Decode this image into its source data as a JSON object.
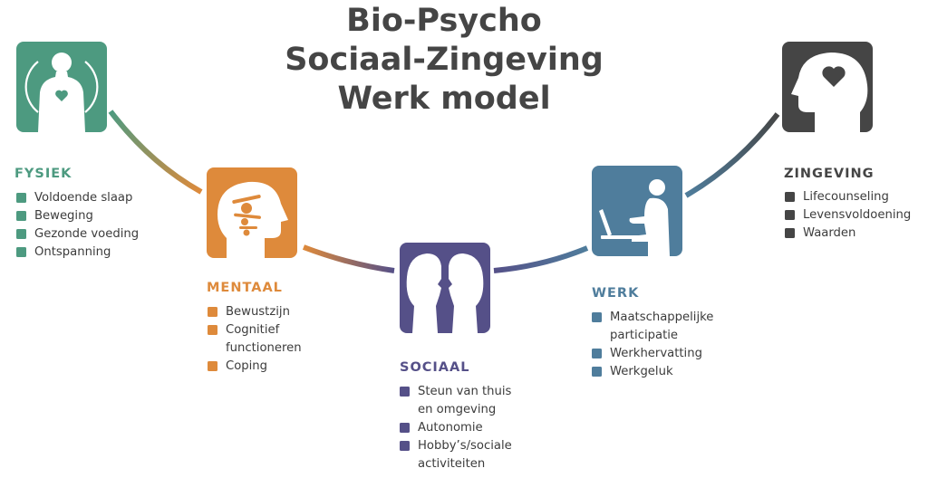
{
  "title": [
    "Bio-Psycho",
    "Sociaal-Zingeving",
    "Werk model"
  ],
  "colors": {
    "title": "#454545",
    "fysiek": "#4d9a80",
    "mentaal": "#de8a3b",
    "sociaal": "#555088",
    "werk": "#4f7d9c",
    "zingeving": "#454545"
  },
  "categories": [
    {
      "key": "fysiek",
      "heading": "FYSIEK",
      "icon": "body-heart-icon",
      "items": [
        "Voldoende slaap",
        "Beweging",
        "Gezonde voeding",
        "Ontspanning"
      ]
    },
    {
      "key": "mentaal",
      "heading": "MENTAAL",
      "icon": "head-balance-icon",
      "items": [
        "Bewustzijn",
        "Cognitief\nfunctioneren",
        "Coping"
      ]
    },
    {
      "key": "sociaal",
      "heading": "SOCIAAL",
      "icon": "two-faces-icon",
      "items": [
        "Steun van thuis\nen omgeving",
        "Autonomie",
        "Hobby’s/sociale\nactiviteiten"
      ]
    },
    {
      "key": "werk",
      "heading": "WERK",
      "icon": "person-laptop-icon",
      "items": [
        "Maatschappelijke\nparticipatie",
        "Werkhervatting",
        "Werkgeluk"
      ]
    },
    {
      "key": "zingeving",
      "heading": "ZINGEVING",
      "icon": "head-heart-icon",
      "items": [
        "Lifecounseling",
        "Levensvoldoening",
        "Waarden"
      ]
    }
  ]
}
